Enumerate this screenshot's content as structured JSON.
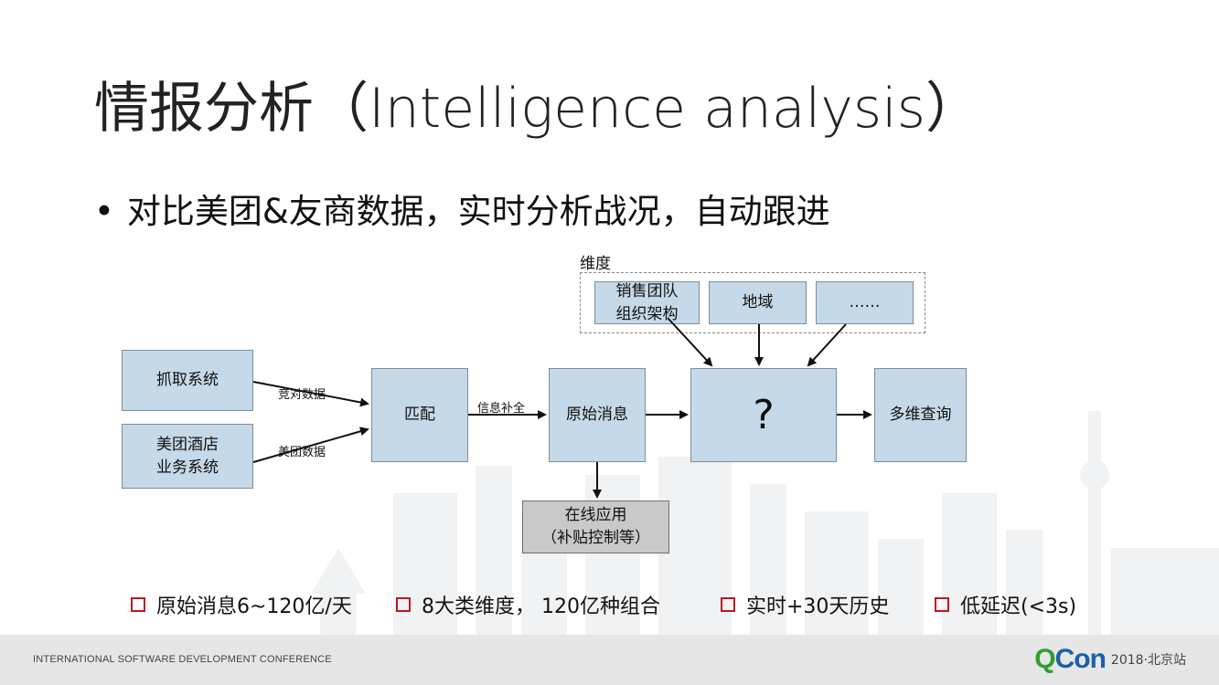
{
  "slide": {
    "title": "情报分析（Intelligence analysis）",
    "bullet": "对比美团&友商数据，实时分析战况，自动跟进",
    "bullet_symbol": "•"
  },
  "diagram": {
    "group_label": "维度",
    "nodes": {
      "crawl": "抓取系统",
      "meituan_biz": "美团酒店\n业务系统",
      "match": "匹配",
      "raw_msg": "原始消息",
      "question": "?",
      "multi_query": "多维查询",
      "online_app": "在线应用\n（补贴控制等）",
      "dim_sales": "销售团队\n组织架构",
      "dim_region": "地域",
      "dim_more": "……"
    },
    "edge_labels": {
      "competitor_data": "竞对数据",
      "meituan_data": "美团数据",
      "info_complement": "信息补全"
    }
  },
  "facts": [
    "原始消息6~120亿/天",
    "8大类维度， 120亿种组合",
    "实时+30天历史",
    "低延迟(<3s)"
  ],
  "footer": {
    "conference": "INTERNATIONAL SOFTWARE DEVELOPMENT CONFERENCE",
    "brand_q": "Q",
    "brand_con": "Con",
    "edition": "2018·北京站"
  },
  "colors": {
    "node_fill": "#c5d9e8",
    "gray_fill": "#c9c9c9",
    "checkbox": "#c0161b",
    "brand_green": "#2f9e2f",
    "brand_blue": "#1d5fa8"
  }
}
